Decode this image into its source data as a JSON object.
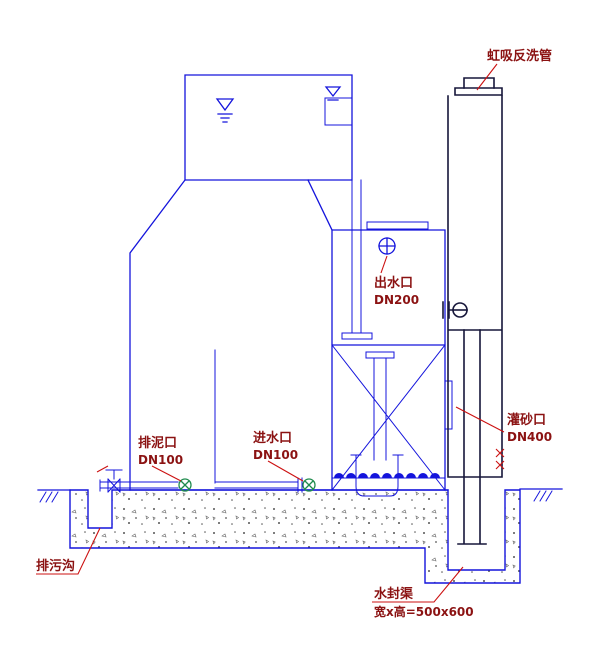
{
  "drawing": {
    "kind": "engineering-cross-section",
    "subject": "siphon-filter-tank",
    "annotations": {
      "siphon_backwash_pipe": {
        "label": "虹吸反洗管"
      },
      "outlet": {
        "label": "出水口",
        "size": "DN200"
      },
      "sludge_drain": {
        "label": "排泥口",
        "size": "DN100"
      },
      "inlet": {
        "label": "进水口",
        "size": "DN100"
      },
      "sand_fill": {
        "label": "灌砂口",
        "size": "DN400"
      },
      "drain_ditch": {
        "label": "排污沟"
      },
      "water_seal_channel": {
        "label": "水封渠",
        "size": "宽x高=500x600"
      }
    },
    "colors": {
      "line_blue": "#1414dc",
      "pipe_black": "#16163a",
      "label_red": "#8b1212",
      "leader_red": "#cc1111",
      "valve_green": "#1f8b4d",
      "background": "#ffffff"
    }
  }
}
